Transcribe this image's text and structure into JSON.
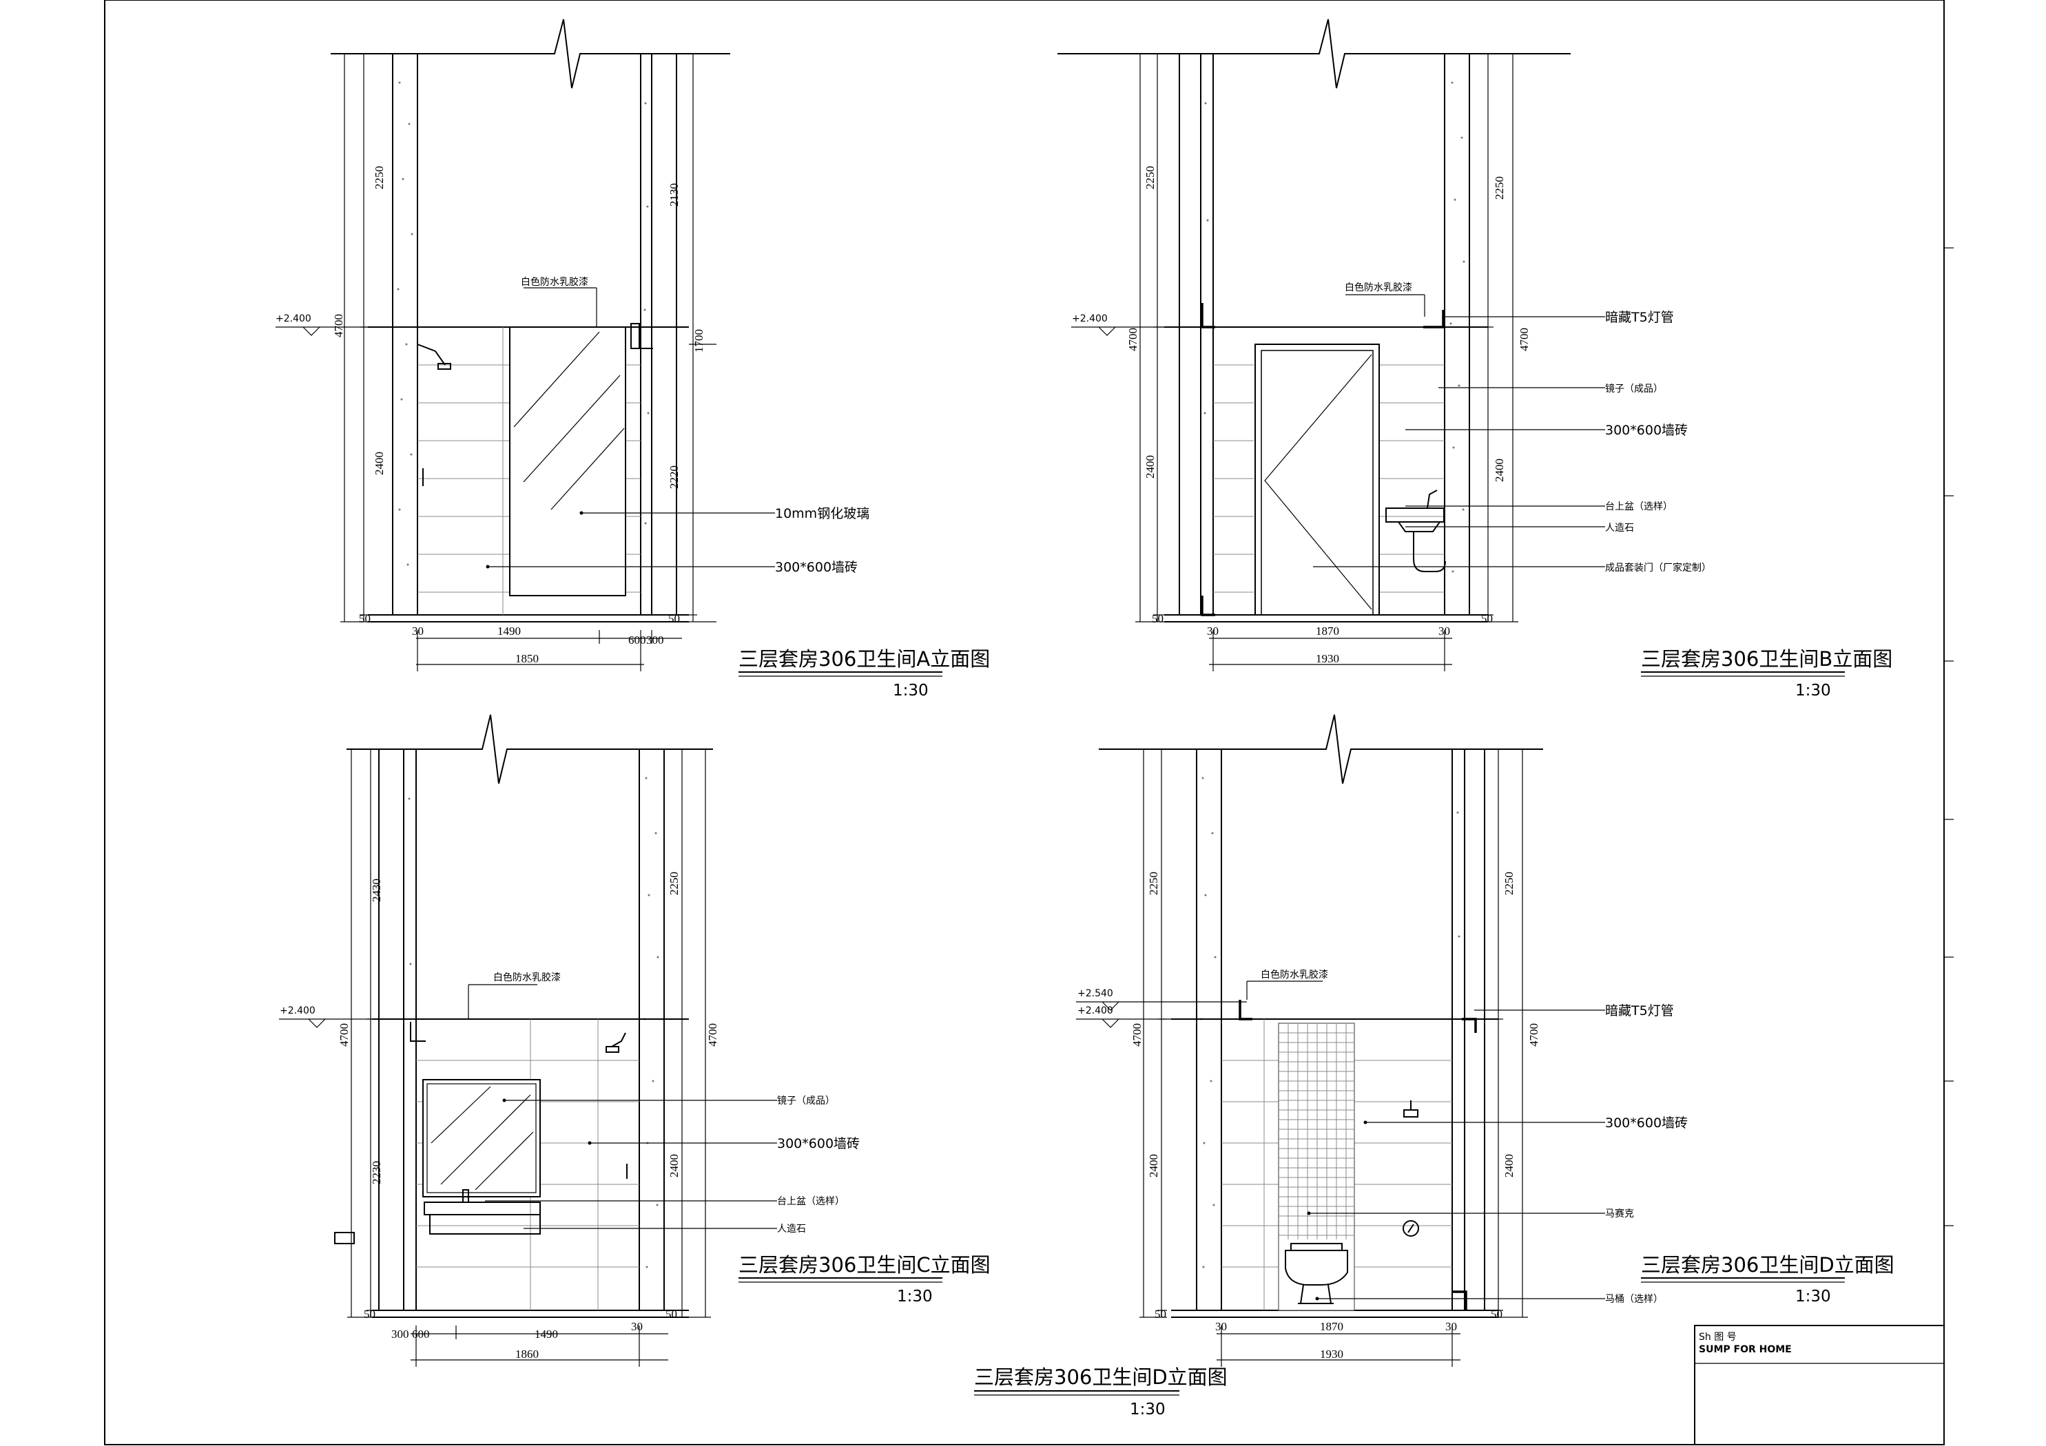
{
  "drawings": [
    {
      "title": "三层套房306卫生间A立面图",
      "scale": "1:30",
      "dims_left": [
        "2250",
        "4700",
        "2400",
        "50"
      ],
      "dims_right": [
        "2130",
        "1700",
        "2220",
        "50"
      ],
      "dims_bottom": [
        "30",
        "1490",
        "600",
        "300"
      ],
      "dim_total": "1850",
      "level": "+2.400",
      "labels": [
        "白色防水乳胶漆",
        "10mm钢化玻璃",
        "300*600墙砖"
      ]
    },
    {
      "title": "三层套房306卫生间B立面图",
      "scale": "1:30",
      "dims_left": [
        "2250",
        "4700",
        "2400",
        "50"
      ],
      "dims_right": [
        "2250",
        "4700",
        "2400",
        "50"
      ],
      "dims_bottom": [
        "30",
        "1870",
        "30"
      ],
      "dim_total": "1930",
      "level": "+2.400",
      "labels": [
        "白色防水乳胶漆",
        "暗藏T5灯管",
        "镜子（成品）",
        "300*600墙砖",
        "台上盆（选样）",
        "人造石",
        "成品套装门（厂家定制）"
      ]
    },
    {
      "title": "三层套房306卫生间C立面图",
      "scale": "1:30",
      "dims_left": [
        "2430",
        "4700",
        "2230",
        "50"
      ],
      "dims_right": [
        "2250",
        "4700",
        "2400",
        "50"
      ],
      "dims_bottom": [
        "300",
        "600",
        "1490",
        "30"
      ],
      "dim_total": "1860",
      "level": "+2.400",
      "labels": [
        "白色防水乳胶漆",
        "镜子（成品）",
        "300*600墙砖",
        "台上盆（选样）",
        "人造石"
      ]
    },
    {
      "title": "三层套房306卫生间D立面图",
      "scale": "1:30",
      "dims_left": [
        "2250",
        "4700",
        "2400",
        "50"
      ],
      "dims_right": [
        "2250",
        "4700",
        "2400",
        "50"
      ],
      "dims_bottom": [
        "30",
        "1870",
        "30"
      ],
      "dim_total": "1930",
      "level": "+2.400",
      "level2": "+2.540",
      "labels": [
        "白色防水乳胶漆",
        "暗藏T5灯管",
        "300*600墙砖",
        "马赛克",
        "马桶（选样）"
      ]
    }
  ],
  "extra_title": {
    "title": "三层套房306卫生间D立面图",
    "scale": "1:30"
  },
  "title_block": {
    "line1": "Sh 图 号",
    "line2": "SUMP FOR HOME"
  }
}
